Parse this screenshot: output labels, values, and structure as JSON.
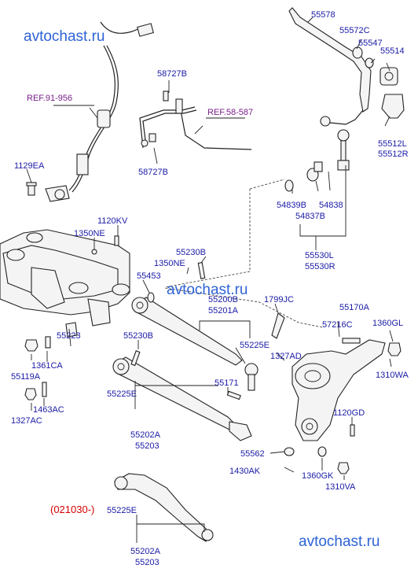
{
  "watermarks": {
    "top": "avtochast.ru",
    "middle": "avtochast.ru",
    "bottom": "avtochast.ru"
  },
  "refs": {
    "ref_91_956": "REF.91-956",
    "ref_58_587": "REF.58-587"
  },
  "date_note": "(021030-)",
  "labels": {
    "l55578": "55578",
    "l55572C": "55572C",
    "l55547": "55547",
    "l55514": "55514",
    "l55512L": "55512L",
    "l55512R": "55512R",
    "l58727B_top": "58727B",
    "l58727B_bot": "58727B",
    "l1129EA": "1129EA",
    "l54839B": "54839B",
    "l54837B": "54837B",
    "l54838": "54838",
    "l1120KV": "1120KV",
    "l1350NE_a": "1350NE",
    "l55230B_a": "55230B",
    "l1350NE_b": "1350NE",
    "l55453": "55453",
    "l55530L": "55530L",
    "l55530R": "55530R",
    "l55200B": "55200B",
    "l55201A": "55201A",
    "l1799JC": "1799JC",
    "l55170A": "55170A",
    "l57216C": "57216C",
    "l1360GL": "1360GL",
    "l55223": "55223",
    "l1361CA": "1361CA",
    "l55119A": "55119A",
    "l55230B_b": "55230B",
    "l55225E_a": "55225E",
    "l1327AD": "1327AD",
    "l1310WA": "1310WA",
    "l55171": "55171",
    "l55225E_b": "55225E",
    "l1463AC": "1463AC",
    "l1327AC": "1327AC",
    "l1120GD": "1120GD",
    "l55202A_a": "55202A",
    "l55203_a": "55203",
    "l55562": "55562",
    "l1430AK": "1430AK",
    "l1360GK": "1360GK",
    "l1310VA": "1310VA",
    "l55225E_c": "55225E",
    "l55202A_b": "55202A",
    "l55203_b": "55203"
  },
  "colors": {
    "label": "#1a1aa6",
    "ref": "#7a1f8a",
    "date": "#d40000",
    "watermark": "#2e63d6"
  }
}
